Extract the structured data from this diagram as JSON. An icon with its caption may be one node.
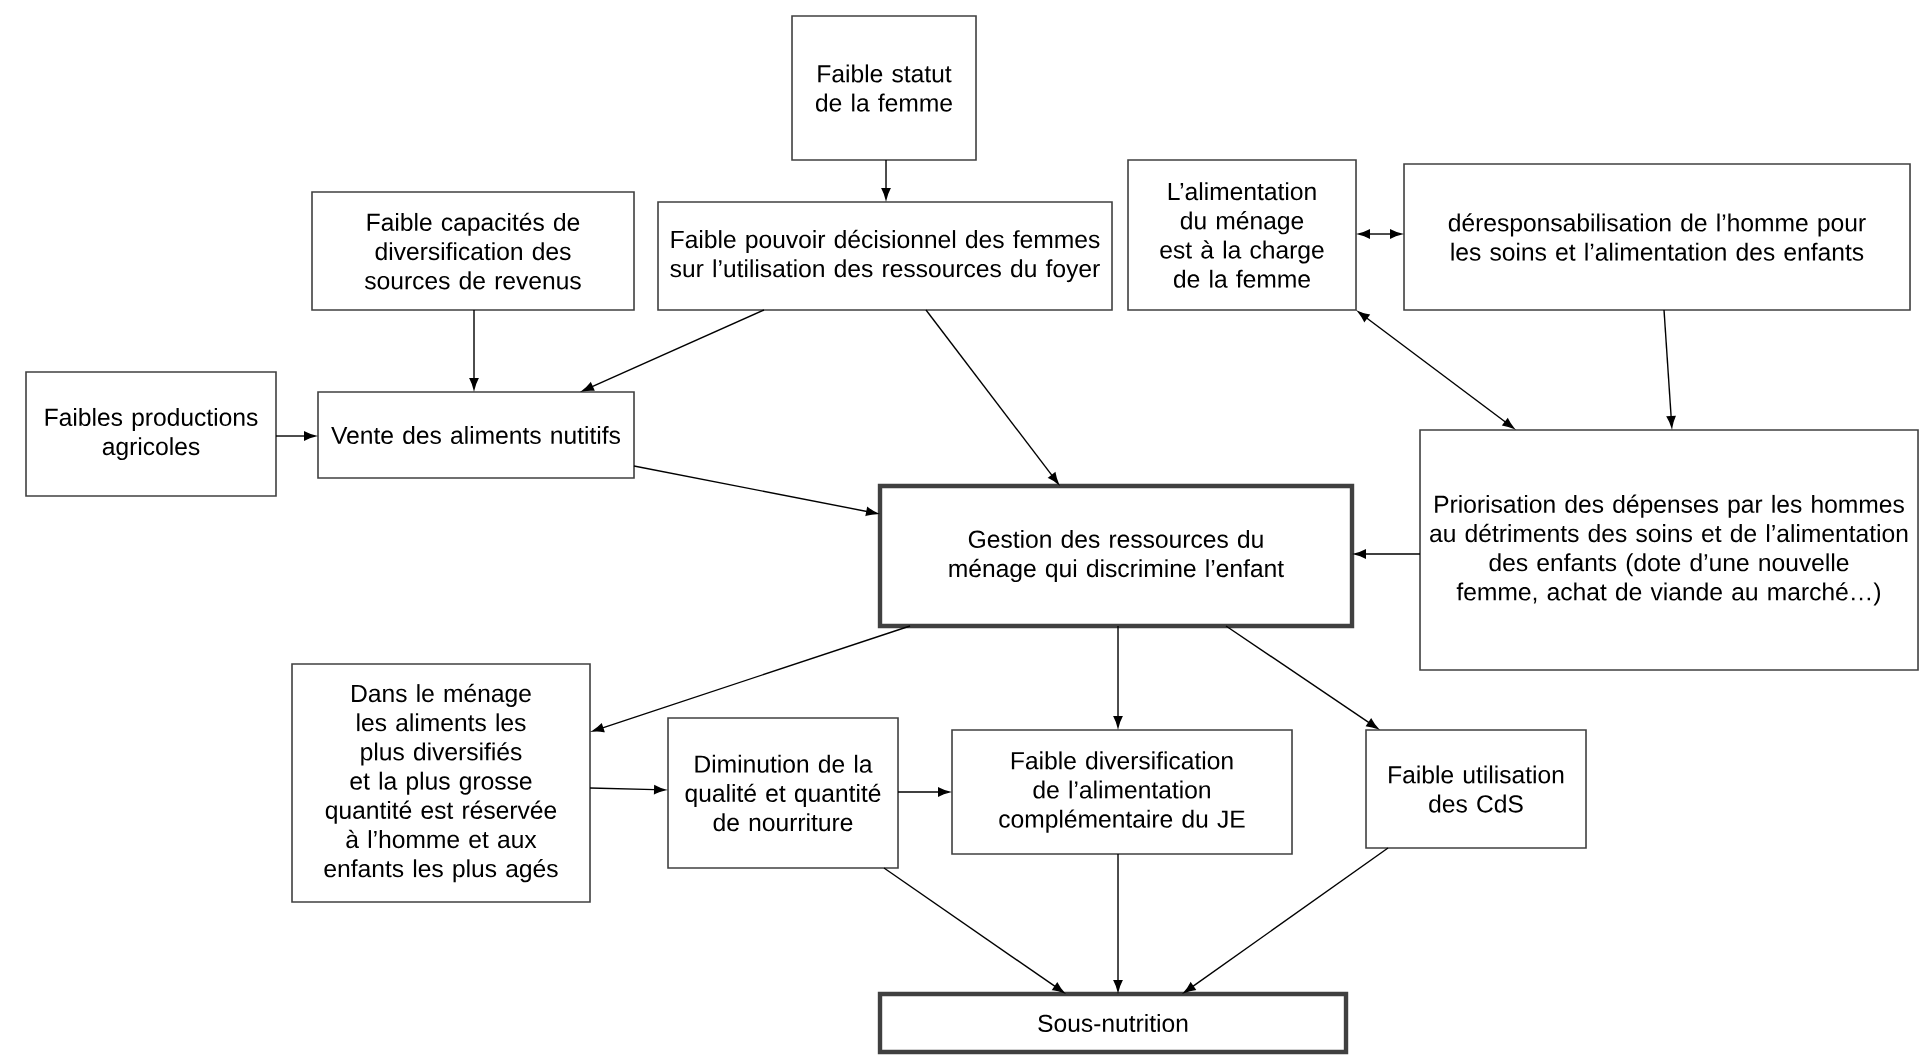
{
  "diagram": {
    "nodes": [
      {
        "text": [
          "Faible statut de la femme"
        ]
      },
      {
        "text": [
          "Faible capacités de diversification des sources de revenus"
        ]
      },
      {
        "text": [
          "Faible pouvoir décisionnel des femmes sur l’utilisation des ressources du foyer"
        ]
      },
      {
        "text": [
          "L’alimentation du ménage est à la charge de la femme"
        ]
      },
      {
        "text": [
          "déresponsabilisation de l’homme pour les soins et l’alimentation des enfants"
        ]
      },
      {
        "text": [
          "Faibles productions agricoles"
        ]
      },
      {
        "text": [
          "Vente des aliments nutitifs"
        ]
      },
      {
        "text": [
          "Gestion des ressources du ménage qui discrimine l’enfant"
        ]
      },
      {
        "text": [
          "Priorisation des dépenses par les hommes au détriments des soins et de l’alimentation des enfants (dote d’une nouvelle femme, achat de viande au marché…)"
        ]
      },
      {
        "text": [
          "Dans le ménage les aliments les plus diversifiés et la plus grosse quantité est réservée à l’homme et aux enfants les plus agés"
        ]
      },
      {
        "text": [
          "Diminution de la qualité et quantité de nourriture"
        ]
      },
      {
        "text": [
          "Faible diversification de l’alimentation complémentaire du JE"
        ]
      },
      {
        "text": [
          "Faible utilisation des CdS"
        ]
      },
      {
        "text": [
          "Sous-nutrition"
        ]
      }
    ],
    "edges": [
      {
        "from": 0,
        "to": 2,
        "arrow": "to"
      },
      {
        "from": 1,
        "to": 6,
        "arrow": "to"
      },
      {
        "from": 2,
        "to": 6,
        "arrow": "to"
      },
      {
        "from": 2,
        "to": 7,
        "arrow": "to"
      },
      {
        "from": 3,
        "to": 4,
        "arrow": "both"
      },
      {
        "from": 3,
        "to": 8,
        "arrow": "both"
      },
      {
        "from": 4,
        "to": 8,
        "arrow": "to"
      },
      {
        "from": 5,
        "to": 6,
        "arrow": "to"
      },
      {
        "from": 6,
        "to": 7,
        "arrow": "to"
      },
      {
        "from": 8,
        "to": 7,
        "arrow": "to"
      },
      {
        "from": 7,
        "to": 9,
        "arrow": "to"
      },
      {
        "from": 7,
        "to": 11,
        "arrow": "to"
      },
      {
        "from": 7,
        "to": 12,
        "arrow": "to"
      },
      {
        "from": 9,
        "to": 10,
        "arrow": "to"
      },
      {
        "from": 10,
        "to": 11,
        "arrow": "to"
      },
      {
        "from": 10,
        "to": 13,
        "arrow": "to"
      },
      {
        "from": 11,
        "to": 13,
        "arrow": "to"
      },
      {
        "from": 12,
        "to": 13,
        "arrow": "to"
      }
    ]
  }
}
